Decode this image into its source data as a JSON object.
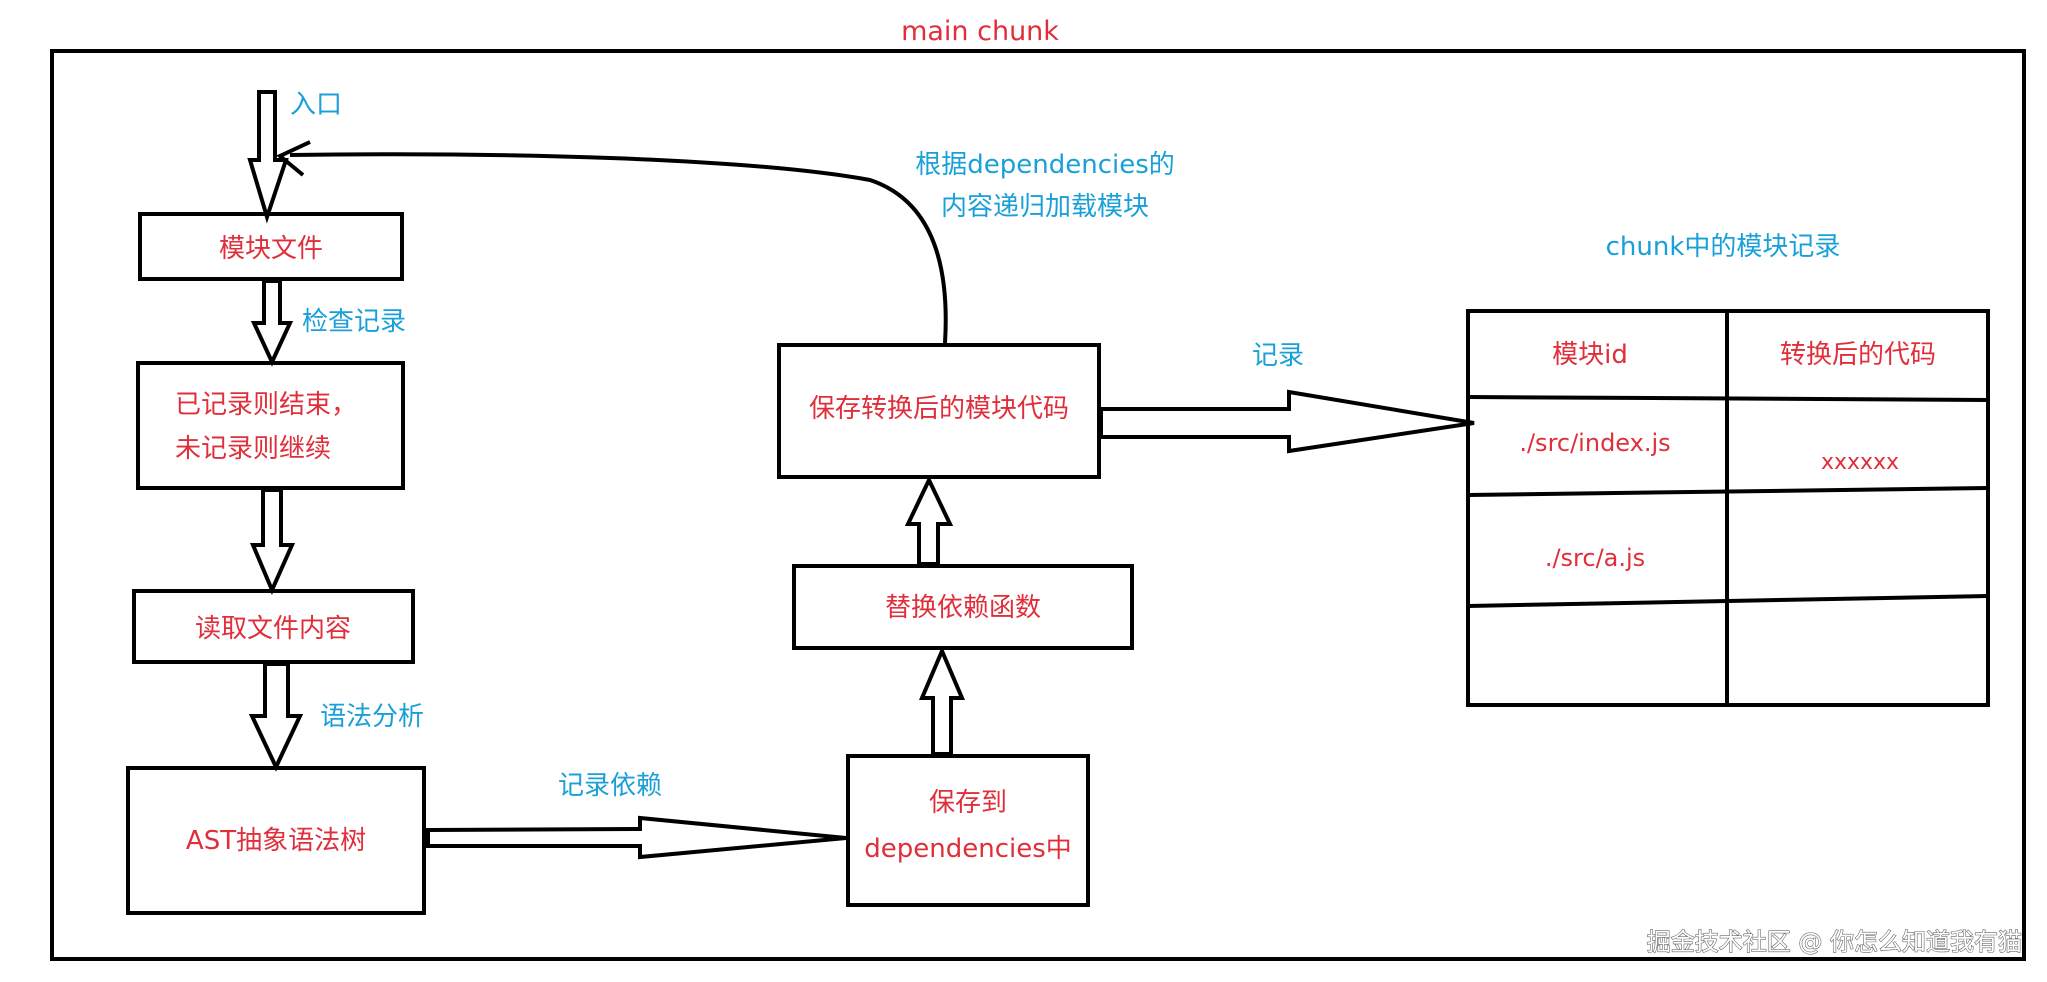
{
  "title": "main chunk",
  "flow": {
    "entry_label": "入口",
    "module_file": "模块文件",
    "check_label": "检查记录",
    "record_rule_line1": "已记录则结束，",
    "record_rule_line2": "未记录则继续",
    "read_file": "读取文件内容",
    "parse_label": "语法分析",
    "ast": "AST抽象语法树",
    "record_deps_label": "记录依赖",
    "save_deps_line1": "保存到",
    "save_deps_line2": "dependencies中",
    "replace_deps": "替换依赖函数",
    "save_code": "保存转换后的模块代码",
    "recurse_line1": "根据dependencies的",
    "recurse_line2": "内容递归加载模块",
    "record_label": "记录"
  },
  "record_table": {
    "title": "chunk中的模块记录",
    "headers": [
      "模块id",
      "转换后的代码"
    ],
    "rows": [
      [
        "./src/index.js",
        "xxxxxx"
      ],
      [
        "./src/a.js",
        ""
      ],
      [
        "",
        ""
      ]
    ]
  },
  "watermark": "掘金技术社区 @ 你怎么知道我有猫",
  "colors": {
    "node_text": "#e02f3b",
    "edge_text": "#1aa0d8",
    "stroke": "#000000"
  }
}
